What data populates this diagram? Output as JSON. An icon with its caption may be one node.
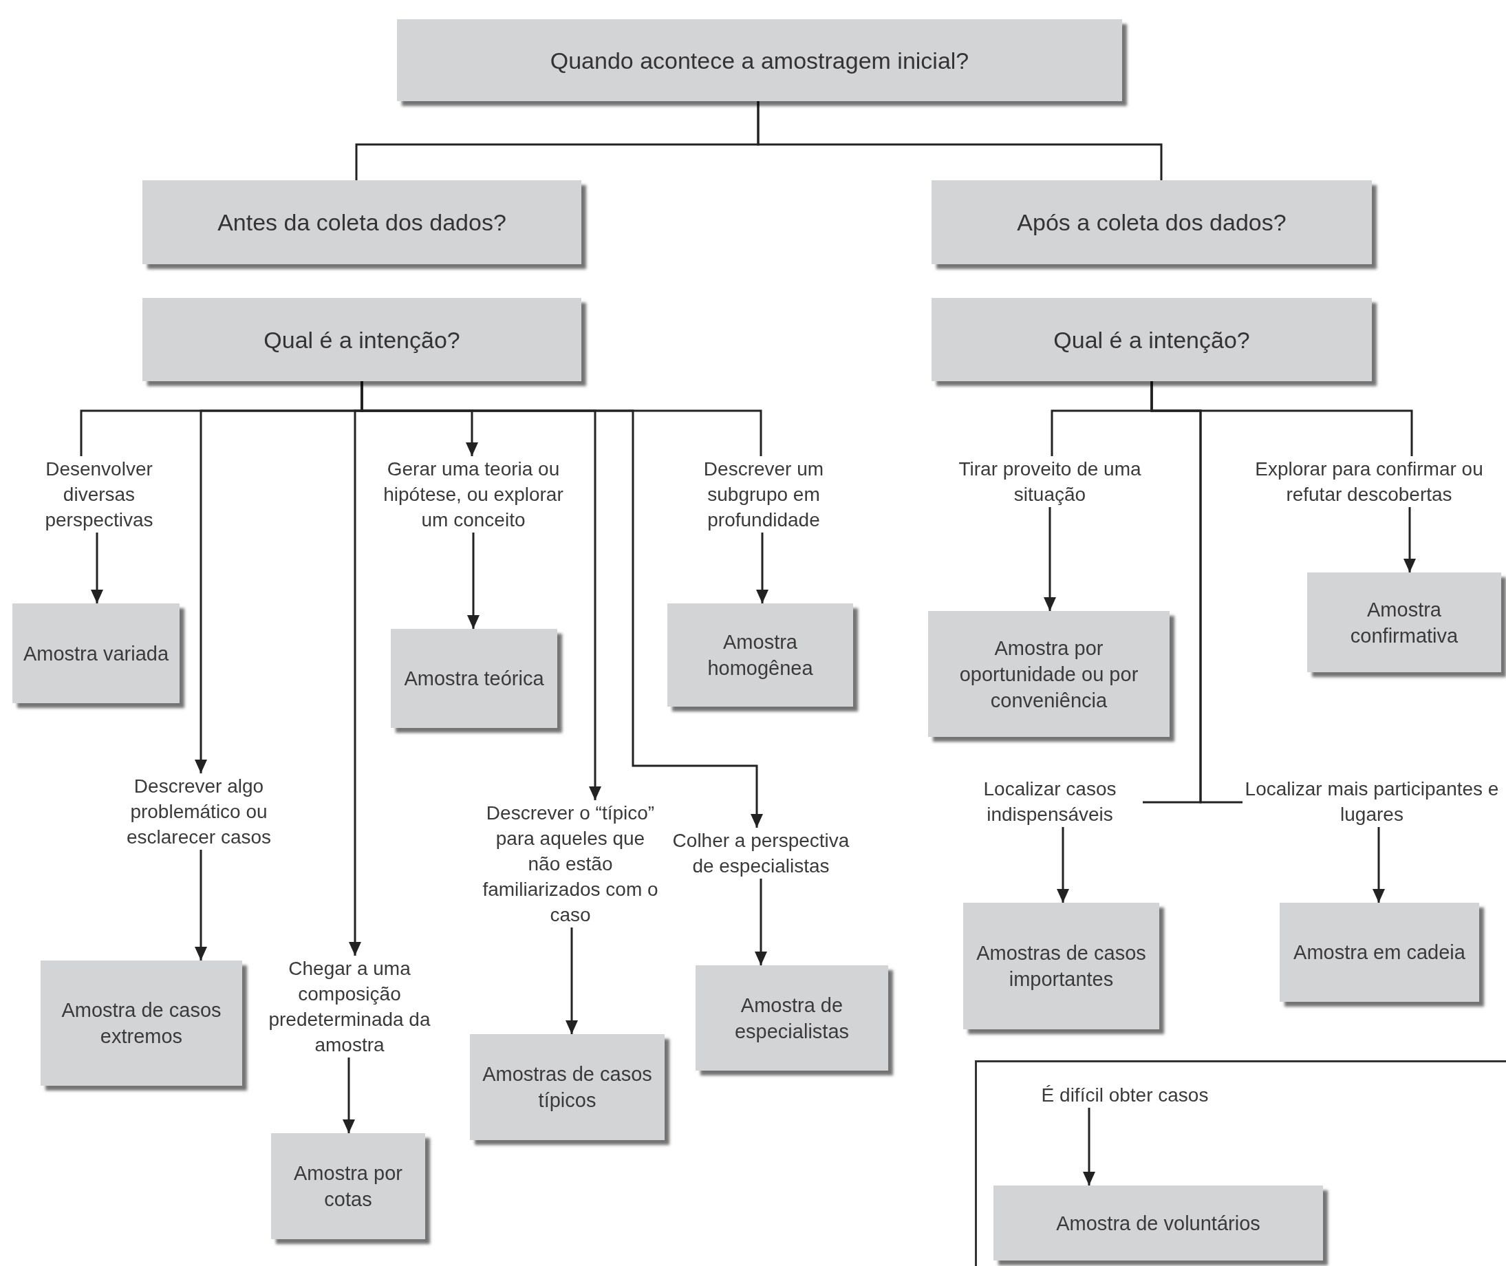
{
  "diagram": {
    "nodes": [
      {
        "text": [
          "Quando acontece a amostragem inicial?"
        ]
      },
      {
        "text": [
          "Antes da coleta dos dados?"
        ]
      },
      {
        "text": [
          "Após a coleta dos dados?"
        ]
      },
      {
        "text": [
          "Qual é a intenção?"
        ]
      },
      {
        "text": [
          "Qual é a intenção?"
        ]
      },
      {
        "text": [
          "Desenvolver diversas perspectivas"
        ]
      },
      {
        "text": [
          "Amostra variada"
        ]
      },
      {
        "text": [
          "Descrever algo problemático ou esclarecer casos"
        ]
      },
      {
        "text": [
          "Amostra de casos extremos"
        ]
      },
      {
        "text": [
          "Chegar a uma composição predeterminada da amostra"
        ]
      },
      {
        "text": [
          "Amostra por cotas"
        ]
      },
      {
        "text": [
          "Gerar uma teoria ou hipótese, ou explorar um conceito"
        ]
      },
      {
        "text": [
          "Amostra teórica"
        ]
      },
      {
        "text": [
          "Descrever o “típico” para aqueles que não estão familiarizados com o caso"
        ]
      },
      {
        "text": [
          "Amostras de casos típicos"
        ]
      },
      {
        "text": [
          "Descrever um subgrupo em profundidade"
        ]
      },
      {
        "text": [
          "Amostra homogênea"
        ]
      },
      {
        "text": [
          "Colher a perspectiva de especialistas"
        ]
      },
      {
        "text": [
          "Amostra de especialistas"
        ]
      },
      {
        "text": [
          "Tirar proveito de uma situação"
        ]
      },
      {
        "text": [
          "Amostra por oportunidade ou por conveniência"
        ]
      },
      {
        "text": [
          "Explorar para confirmar ou refutar descobertas"
        ]
      },
      {
        "text": [
          "Amostra confirmativa"
        ]
      },
      {
        "text": [
          "Localizar casos indispensáveis"
        ]
      },
      {
        "text": [
          "Amostras de casos importantes"
        ]
      },
      {
        "text": [
          "Localizar mais participantes e lugares"
        ]
      },
      {
        "text": [
          "Amostra em cadeia"
        ]
      },
      {
        "text": [],
        "shape": "box"
      },
      {
        "text": [
          "É difícil obter casos"
        ],
        "in": 27
      },
      {
        "text": [
          "Amostra de voluntários"
        ],
        "in": 27
      }
    ],
    "edges": [
      {
        "from": 0,
        "to": 1,
        "arrow": "none"
      },
      {
        "from": 0,
        "to": 2,
        "arrow": "none"
      },
      {
        "from": 3,
        "to": 5,
        "arrow": "none"
      },
      {
        "from": 3,
        "to": 7,
        "arrow": "to"
      },
      {
        "from": 3,
        "to": 9,
        "arrow": "to"
      },
      {
        "from": 3,
        "to": 11,
        "arrow": "to"
      },
      {
        "from": 3,
        "to": 13,
        "arrow": "to"
      },
      {
        "from": 3,
        "to": 17,
        "arrow": "to"
      },
      {
        "from": 3,
        "to": 15,
        "arrow": "none"
      },
      {
        "from": 5,
        "to": 6,
        "arrow": "to"
      },
      {
        "from": 7,
        "to": 8,
        "arrow": "to"
      },
      {
        "from": 9,
        "to": 10,
        "arrow": "to"
      },
      {
        "from": 11,
        "to": 12,
        "arrow": "to"
      },
      {
        "from": 13,
        "to": 14,
        "arrow": "to"
      },
      {
        "from": 15,
        "to": 16,
        "arrow": "to"
      },
      {
        "from": 17,
        "to": 18,
        "arrow": "to"
      },
      {
        "from": 4,
        "to": 19,
        "arrow": "none"
      },
      {
        "from": 4,
        "to": 23,
        "arrow": "none"
      },
      {
        "from": 4,
        "to": 25,
        "arrow": "none"
      },
      {
        "from": 4,
        "to": 21,
        "arrow": "none"
      },
      {
        "from": 19,
        "to": 20,
        "arrow": "to"
      },
      {
        "from": 21,
        "to": 22,
        "arrow": "to"
      },
      {
        "from": 23,
        "to": 24,
        "arrow": "to"
      },
      {
        "from": 25,
        "to": 26,
        "arrow": "to"
      },
      {
        "from": 28,
        "to": 29,
        "arrow": "to"
      }
    ]
  }
}
